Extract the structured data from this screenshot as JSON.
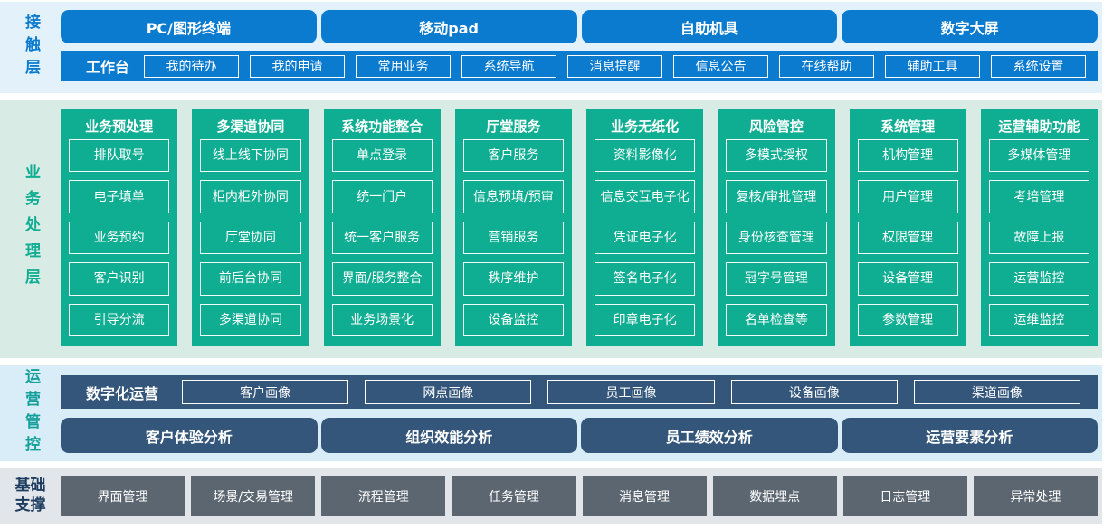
{
  "colors": {
    "accent_blue": "#0b7bd0",
    "accent_green": "#0fad92",
    "accent_navy": "#33567a",
    "accent_gray": "#5b6671",
    "label_teal": "#14a09a",
    "label_dark": "#1c3b5e"
  },
  "contact": {
    "label": "接触层",
    "devices": [
      "PC/图形终端",
      "移动pad",
      "自助机具",
      "数字大屏"
    ],
    "workbench_label": "工作台",
    "workbench_items": [
      "我的待办",
      "我的申请",
      "常用业务",
      "系统导航",
      "消息提醒",
      "信息公告",
      "在线帮助",
      "辅助工具",
      "系统设置"
    ]
  },
  "business": {
    "label": "业务处理层",
    "columns": [
      {
        "title": "业务预处理",
        "items": [
          "排队取号",
          "电子填单",
          "业务预约",
          "客户识别",
          "引导分流"
        ]
      },
      {
        "title": "多渠道协同",
        "items": [
          "线上线下协同",
          "柜内柜外协同",
          "厅堂协同",
          "前后台协同",
          "多渠道协同"
        ]
      },
      {
        "title": "系统功能整合",
        "items": [
          "单点登录",
          "统一门户",
          "统一客户服务",
          "界面/服务整合",
          "业务场景化"
        ]
      },
      {
        "title": "厅堂服务",
        "items": [
          "客户服务",
          "信息预填/预审",
          "营销服务",
          "秩序维护",
          "设备监控"
        ]
      },
      {
        "title": "业务无纸化",
        "items": [
          "资料影像化",
          "信息交互电子化",
          "凭证电子化",
          "签名电子化",
          "印章电子化"
        ]
      },
      {
        "title": "风险管控",
        "items": [
          "多模式授权",
          "复核/审批管理",
          "身份核查管理",
          "冠字号管理",
          "名单检查等"
        ]
      },
      {
        "title": "系统管理",
        "items": [
          "机构管理",
          "用户管理",
          "权限管理",
          "设备管理",
          "参数管理"
        ]
      },
      {
        "title": "运营辅助功能",
        "items": [
          "多媒体管理",
          "考培管理",
          "故障上报",
          "运营监控",
          "运维监控"
        ]
      }
    ]
  },
  "operations": {
    "label": "运营管控",
    "digital_label": "数字化运营",
    "profiles": [
      "客户画像",
      "网点画像",
      "员工画像",
      "设备画像",
      "渠道画像"
    ],
    "analyses": [
      "客户体验分析",
      "组织效能分析",
      "员工绩效分析",
      "运营要素分析"
    ]
  },
  "foundation": {
    "label": "基础支撑",
    "items": [
      "界面管理",
      "场景/交易管理",
      "流程管理",
      "任务管理",
      "消息管理",
      "数据埋点",
      "日志管理",
      "异常处理"
    ]
  }
}
